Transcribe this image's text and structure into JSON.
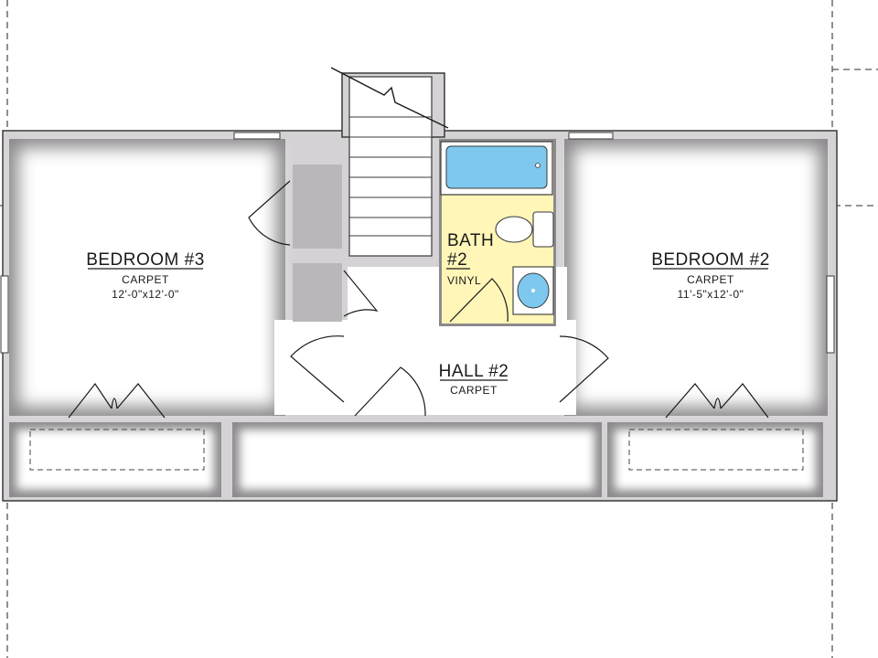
{
  "rooms": {
    "bedroom3": {
      "name": "BEDROOM #3",
      "floor": "CARPET",
      "size": "12'-0\"x12'-0\""
    },
    "bedroom2": {
      "name": "BEDROOM #2",
      "floor": "CARPET",
      "size": "11'-5\"x12'-0\""
    },
    "bath2": {
      "name_line1": "BATH",
      "name_line2": "#2",
      "floor": "VINYL"
    },
    "hall2": {
      "name": "HALL #2",
      "floor": "CARPET"
    }
  },
  "colors": {
    "wall": "#d4d2d4",
    "wall_outline": "#3a3a3a",
    "room_floor": "#ffffff",
    "room_shade": "#8c8a8c",
    "bath_floor": "#fff6b8",
    "fixture_water": "#7ec8ef"
  }
}
